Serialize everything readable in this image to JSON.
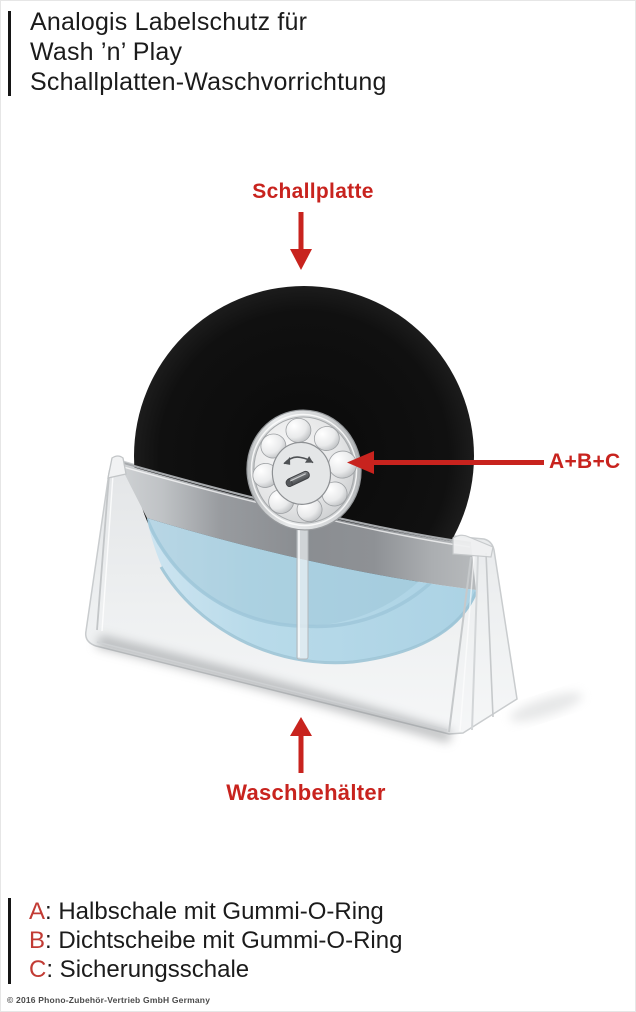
{
  "title": {
    "line1": "Analogis Labelschutz für",
    "line2": "Wash ’n’ Play",
    "line3": "Schallplatten-Waschvorrichtung"
  },
  "annotations": {
    "record_label": "Schallplatte",
    "parts_label": "A+B+C",
    "basin_label": "Waschbehälter"
  },
  "icons": {
    "record_arrow": "arrow-down",
    "parts_arrow": "arrow-left",
    "basin_arrow": "arrow-up",
    "hub_glyph": "rotate-arrow"
  },
  "legend": {
    "items": [
      {
        "key": "A",
        "text": ": Halbschale mit Gummi-O-Ring"
      },
      {
        "key": "B",
        "text": ": Dichtscheibe mit Gummi-O-Ring"
      },
      {
        "key": "C",
        "text": ": Sicherungsschale"
      }
    ]
  },
  "footer": {
    "copyright": "© 2016 Phono-Zubehör-Vertrieb GmbH Germany"
  },
  "colors": {
    "annotation_red": "#c8231e",
    "legend_red": "#c23b34",
    "record_black": "#111111",
    "water_blue": "#b7dae9",
    "container_gray": "#8b8e92",
    "text_black": "#1b1b1b"
  }
}
